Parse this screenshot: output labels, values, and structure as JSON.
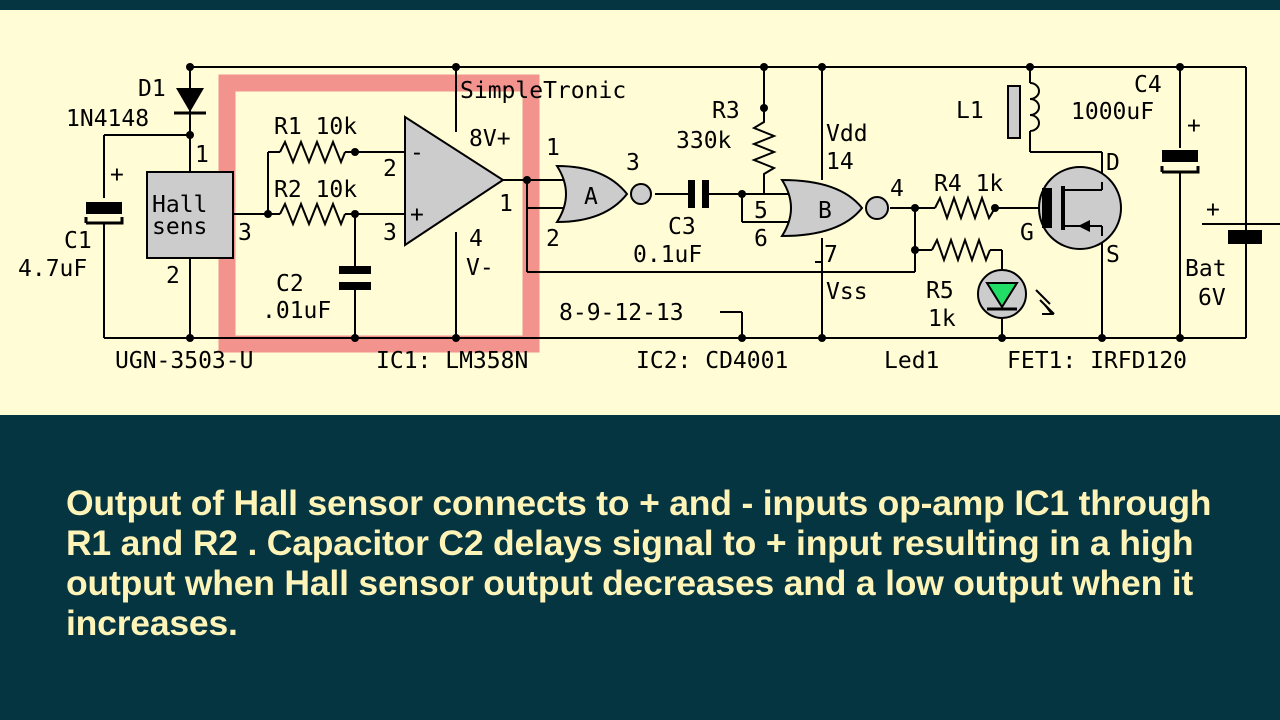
{
  "schematic": {
    "title": "SimpleTronic",
    "date_code": "8-9-12-13",
    "parts": {
      "d1": {
        "ref": "D1",
        "value": "1N4148"
      },
      "c1": {
        "ref": "C1",
        "value": "4.7uF"
      },
      "hall": {
        "line1": "Hall",
        "line2": "sens",
        "part": "UGN-3503-U",
        "pin1": "1",
        "pin2": "2",
        "pin3": "3"
      },
      "r1": {
        "ref": "R1",
        "value": "10k"
      },
      "r2": {
        "ref": "R2",
        "value": "10k"
      },
      "c2": {
        "ref": "C2",
        "value": ".01uF"
      },
      "ic1": {
        "part": "IC1: LM358N",
        "pin_inv": "2",
        "pin_noninv": "3",
        "pin_out": "1",
        "pin_vplus": "8",
        "vplus": "V+",
        "pin_vminus": "4",
        "vminus": "V-",
        "minus_sign": "-",
        "plus_sign": "+"
      },
      "gate_a": {
        "name": "A",
        "pin1": "1",
        "pin2": "2",
        "pin3": "3"
      },
      "c3": {
        "ref": "C3",
        "value": "0.1uF"
      },
      "r3": {
        "ref": "R3",
        "value": "330k"
      },
      "gate_b": {
        "name": "B",
        "pin5": "5",
        "pin6": "6",
        "pin4": "4",
        "pin7": "7"
      },
      "ic2": {
        "part": "IC2: CD4001",
        "vdd": "Vdd",
        "vdd_pin": "14",
        "vss": "Vss"
      },
      "r4": {
        "ref": "R4",
        "value": "1k"
      },
      "r5": {
        "ref": "R5",
        "value": "1k"
      },
      "led": {
        "part": "Led1"
      },
      "l1": {
        "ref": "L1"
      },
      "c4": {
        "ref": "C4",
        "value": "1000uF"
      },
      "fet": {
        "part": "FET1: IRFD120",
        "d": "D",
        "g": "G",
        "s": "S"
      },
      "bat": {
        "ref": "Bat",
        "value": "6V"
      },
      "plus": "+"
    },
    "highlight_color": "#f08080",
    "component_fill": "#cccccc",
    "led_color": "#22dd66"
  },
  "caption": "Output of Hall sensor connects to + and - inputs op-amp IC1 through R1 and R2 . Capacitor C2 delays signal to + input resulting in a high output when Hall sensor output decreases and a low output when it increases."
}
